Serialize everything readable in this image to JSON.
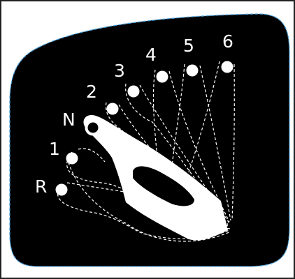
{
  "gear_labels": {
    "reverse": "R",
    "first": "1",
    "neutral": "N",
    "second": "2",
    "third": "3",
    "fourth": "4",
    "fifth": "5",
    "sixth": "6"
  },
  "colors": {
    "panel_fill": "#000000",
    "panel_outline": "#4aa3df",
    "foreground": "#ffffff",
    "frame_border": "#222222"
  }
}
